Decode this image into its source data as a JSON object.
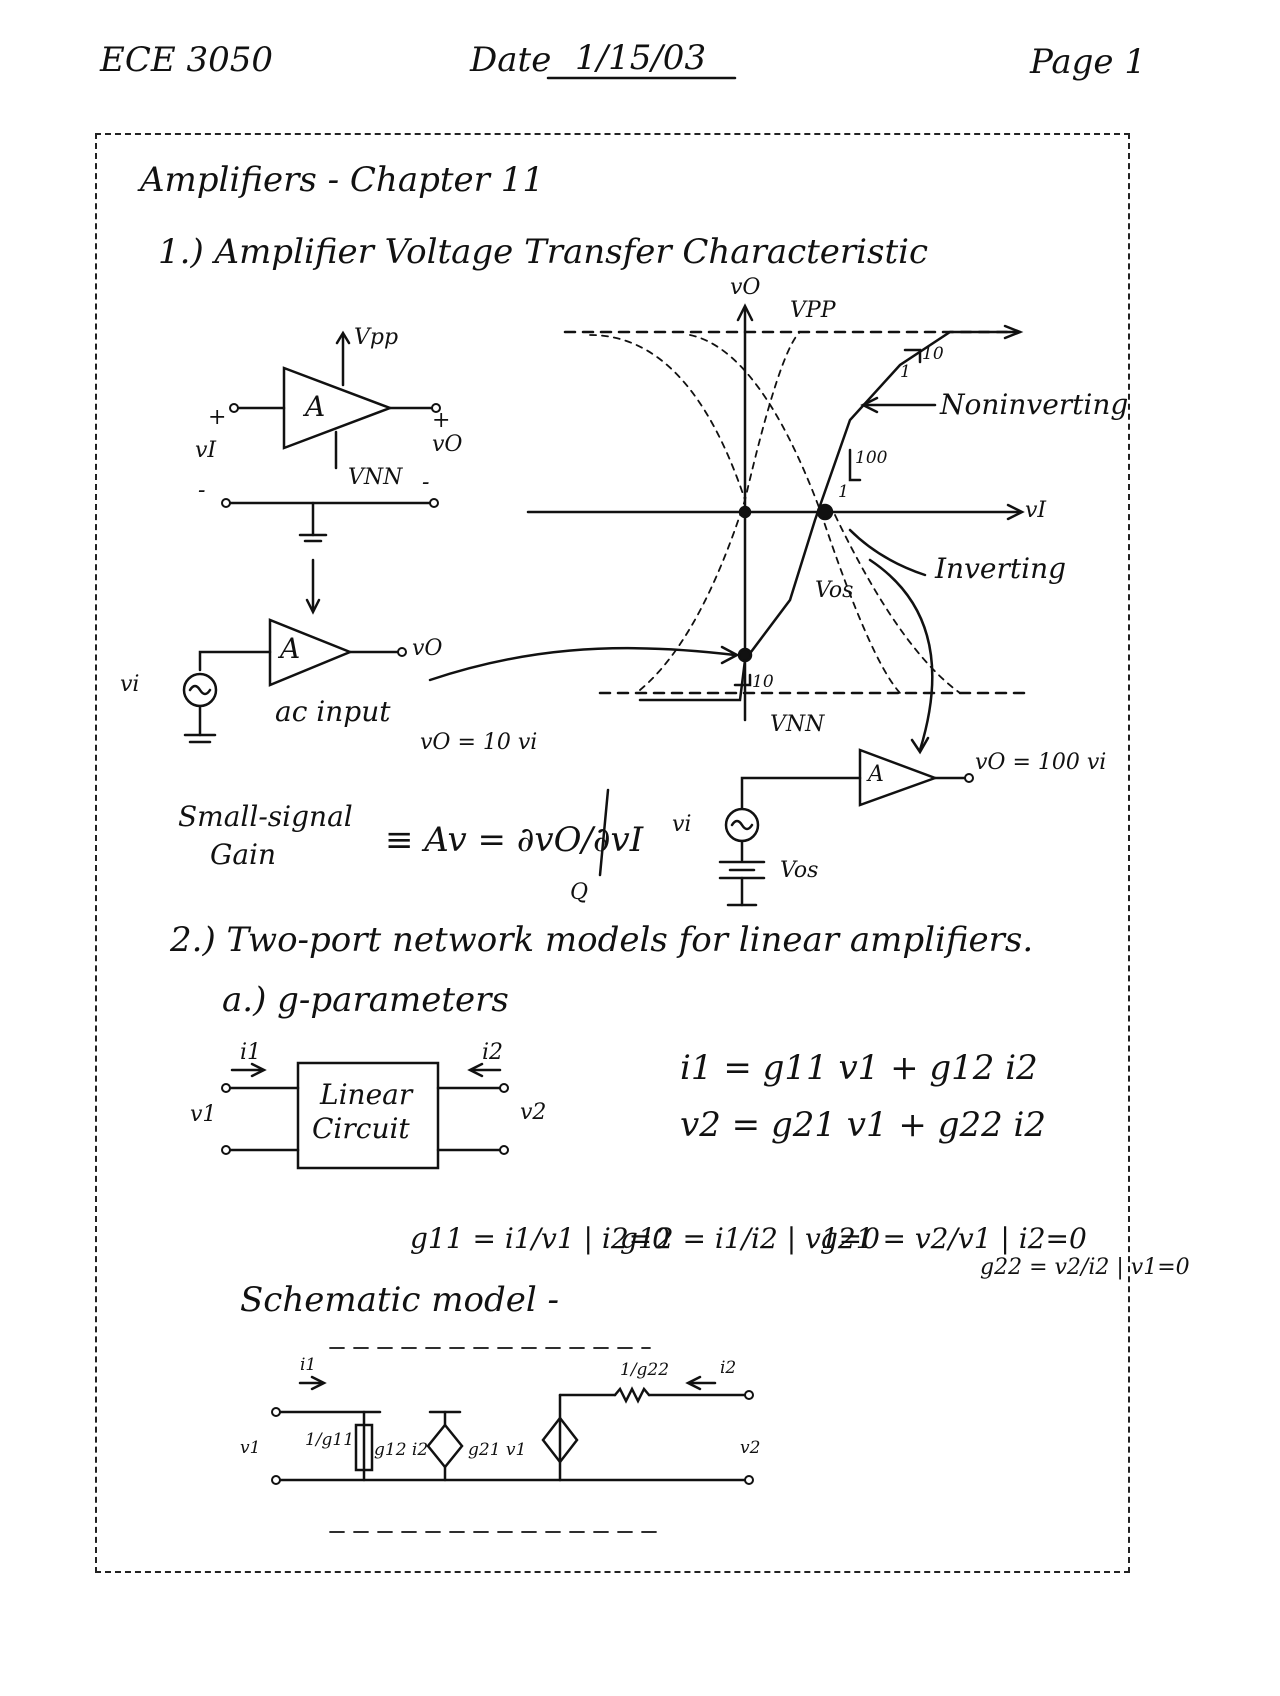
{
  "header": {
    "course": "ECE 3050",
    "date_label": "Date",
    "date_value": "1/15/03",
    "page": "Page 1"
  },
  "title": "Amplifiers - Chapter 11",
  "section1": {
    "heading": "1.) Amplifier Voltage Transfer Characteristic",
    "amp_symbol": "A",
    "vpp_label": "Vpp",
    "vnn_label": "VNN",
    "vi_label": "vI",
    "vo_label": "vO",
    "plus": "+",
    "minus": "-",
    "ac_vi_label": "vi",
    "ac_vo_label": "vO",
    "ac_input_label": "ac input",
    "vo_eq_10": "vO = 10 vi",
    "graph": {
      "y_axis": "vO",
      "x_axis": "vI",
      "vpp": "VPP",
      "vnn": "VNN",
      "slope_10_top": "10",
      "slope_100": "100",
      "slope_1_a": "1",
      "slope_1_b": "1",
      "slope_10_bottom": "10",
      "noninverting": "Noninverting",
      "inverting": "Inverting",
      "vos": "Vos"
    },
    "amp2": {
      "symbol": "A",
      "vi": "vi",
      "vos": "Vos",
      "output": "vO = 100 vi"
    },
    "small_signal_1": "Small-signal",
    "small_signal_2": "Gain",
    "gain_eq": "≡ Av = ∂vO/∂vI",
    "q_point": "Q"
  },
  "section2": {
    "heading": "2.) Two-port network models for linear amplifiers.",
    "sub_a": "a.) g-parameters",
    "box_line1": "Linear",
    "box_line2": "Circuit",
    "i1": "i1",
    "i2": "i2",
    "v1": "v1",
    "v2": "v2",
    "eq1": "i1 = g11 v1 + g12 i2",
    "eq2": "v2 = g21 v1 + g22 i2",
    "g11": "g11 = i1/v1 | i2=0",
    "g12": "g12 = i1/i2 | v1=0",
    "g21": "g21 = v2/v1 | i2=0",
    "g22": "g22 = v2/i2 | v1=0",
    "schematic_label": "Schematic model -",
    "sch_g11": "1/g11",
    "sch_g22": "1/g22",
    "sch_g12i2": "g12 i2",
    "sch_g21v1": "g21 v1"
  }
}
